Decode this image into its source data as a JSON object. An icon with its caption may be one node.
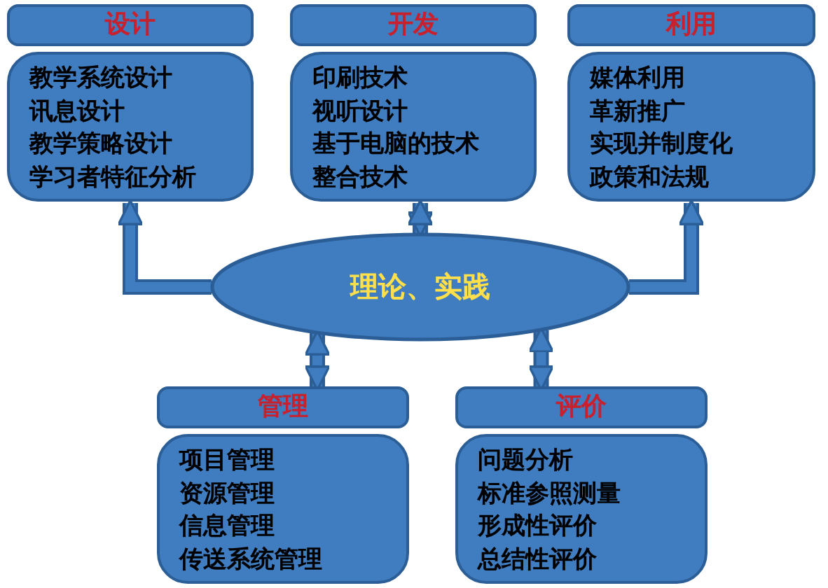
{
  "diagram": {
    "nodes": [
      {
        "text": [
          "设计",
          "教学系统设计",
          "讯息设计",
          "教学策略设计",
          "学习者特征分析"
        ]
      },
      {
        "text": [
          "开发",
          "印刷技术",
          "视听设计",
          "基于电脑的技术",
          "整合技术"
        ]
      },
      {
        "text": [
          "利用",
          "媒体利用",
          "革新推广",
          "实现并制度化",
          "政策和法规"
        ]
      },
      {
        "text": [
          "理论、实践"
        ]
      },
      {
        "text": [
          "管理",
          "项目管理",
          "资源管理",
          "信息管理",
          "传送系统管理"
        ]
      },
      {
        "text": [
          "评价",
          "问题分析",
          "标准参照测量",
          "形成性评价",
          "总结性评价"
        ]
      }
    ],
    "edges": [
      {
        "from": 3,
        "to": 0,
        "arrow": "to"
      },
      {
        "from": 3,
        "to": 1,
        "arrow": "both"
      },
      {
        "from": 3,
        "to": 2,
        "arrow": "to"
      },
      {
        "from": 3,
        "to": 4,
        "arrow": "both"
      },
      {
        "from": 3,
        "to": 5,
        "arrow": "both"
      }
    ]
  }
}
